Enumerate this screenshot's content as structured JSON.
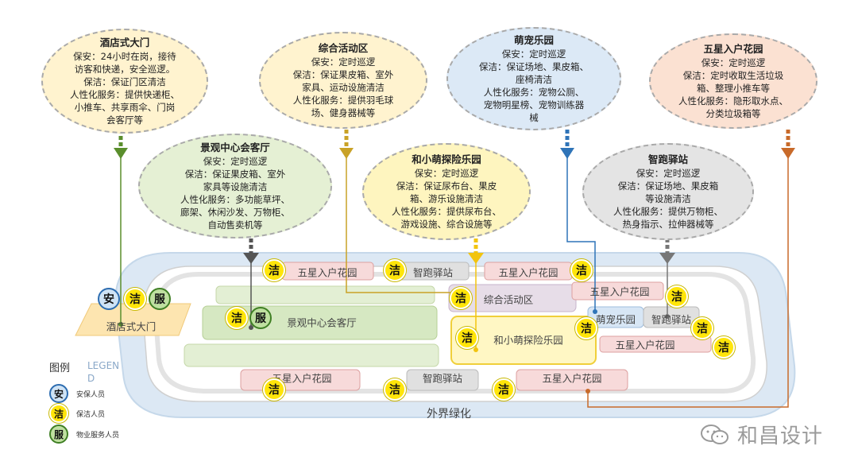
{
  "bubbles": [
    {
      "id": "hotel",
      "title": "酒店式大门",
      "lines": [
        "保安：24小时在岗，接待",
        "访客和快递，安全巡逻。",
        "保洁：保证门区清洁",
        "人性化服务：提供快递柜、",
        "小推车、共享雨伞、门岗",
        "会客厅等"
      ],
      "color": "#5a8e2c"
    },
    {
      "id": "activity",
      "title": "综合活动区",
      "lines": [
        "保安：定时巡逻",
        "保洁：保证果皮箱、室外",
        "家具、运动设施清洁",
        "人性化服务：提供羽毛球",
        "场、健身器械等"
      ],
      "color": "#c9a227"
    },
    {
      "id": "pet",
      "title": "萌宠乐园",
      "lines": [
        "保安：定时巡逻",
        "保洁：保证场地、果皮箱、",
        "座椅清洁",
        "人性化服务：宠物公厕、",
        "宠物明星榜、宠物训练器",
        "械"
      ],
      "color": "#2f74b8"
    },
    {
      "id": "garden-top",
      "title": "五星入户花园",
      "lines": [
        "保安：定时巡逻",
        "保洁：定时收取生活垃圾",
        "箱、整理小推车等",
        "人性化服务：隐形取水点、",
        "分类垃圾箱等"
      ],
      "color": "#c86a2a"
    },
    {
      "id": "club",
      "title": "景观中心会客厅",
      "lines": [
        "保安：定时巡逻",
        "保洁：保证果皮箱、室外",
        "家具等设施清洁",
        "人性化服务：多功能草坪、",
        "廊架、休闲沙发、万物柜、",
        "自动售卖机等"
      ],
      "color": "#555555"
    },
    {
      "id": "kids",
      "title": "和小萌探险乐园",
      "lines": [
        "保安：定时巡逻",
        "保洁：保证尿布台、果皮",
        "箱、游乐设施清洁",
        "人性化服务：提供尿布台、",
        "游戏设施、综合设施等"
      ],
      "color": "#f2c40f"
    },
    {
      "id": "run",
      "title": "智跑驿站",
      "lines": [
        "保安：定时巡逻",
        "保洁：保证场地、果皮箱",
        "等设施清洁",
        "人性化服务：提供万物柜、",
        "热身指示、拉伸器械等"
      ],
      "color": "#777777"
    }
  ],
  "zones": {
    "garden_top_left": "五星入户花园",
    "run_top": "智跑驿站",
    "garden_top_right": "五星入户花园",
    "activity": "综合活动区",
    "garden_right": "五星入户花园",
    "club": "景观中心会客厅",
    "kids": "和小萌探险乐园",
    "pet": "萌宠乐园",
    "run_right": "智跑驿站",
    "garden_right_low": "五星入户花园",
    "garden_bottom_left": "五星入户花园",
    "run_bottom": "智跑驿站",
    "garden_bottom_right": "五星入户花园",
    "greenery": "外界绿化",
    "hotel_gate": "酒店式大门"
  },
  "badges": {
    "jie": "洁",
    "an": "安",
    "fu": "服"
  },
  "legend": {
    "title": "图例",
    "title_en": "LEGEND",
    "items": [
      {
        "glyph": "安",
        "label": "安保人员"
      },
      {
        "glyph": "洁",
        "label": "保洁人员"
      },
      {
        "glyph": "服",
        "label": "物业服务人员"
      }
    ]
  },
  "watermark": "和昌设计"
}
